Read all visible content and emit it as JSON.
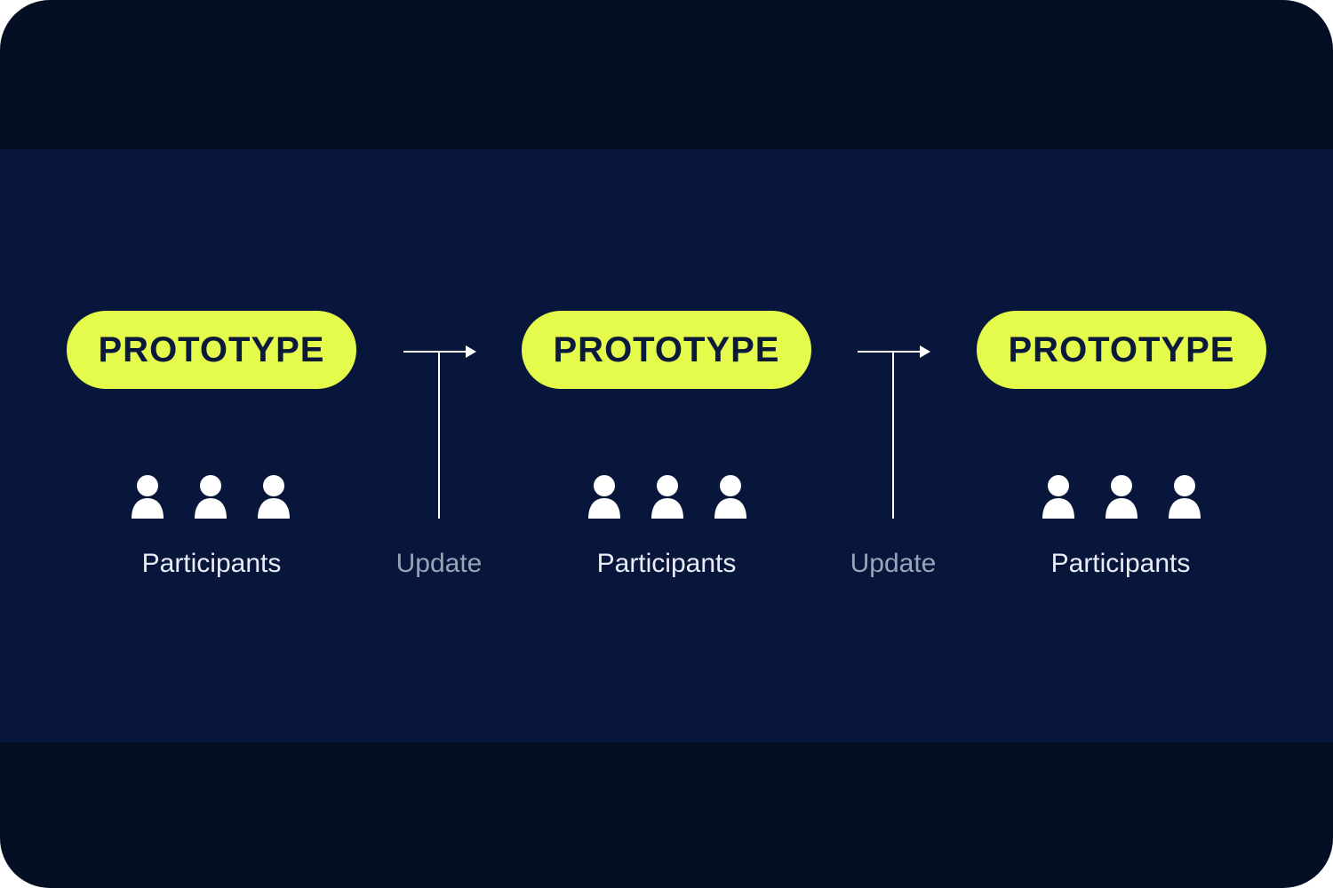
{
  "stages": [
    {
      "title": "PROTOTYPE",
      "caption": "Participants"
    },
    {
      "title": "PROTOTYPE",
      "caption": "Participants"
    },
    {
      "title": "PROTOTYPE",
      "caption": "Participants"
    }
  ],
  "transitions": [
    {
      "label": "Update"
    },
    {
      "label": "Update"
    }
  ],
  "colors": {
    "outer_background": "#050f24",
    "band_background": "#07163a",
    "pill_fill": "#e4fb4c",
    "pill_text": "#0b1a3a",
    "caption_text": "#e8ecf4",
    "update_text": "#9aa3b8",
    "line": "#ffffff"
  },
  "icons": {
    "participant": "person-icon",
    "arrow": "arrow-right-icon"
  }
}
